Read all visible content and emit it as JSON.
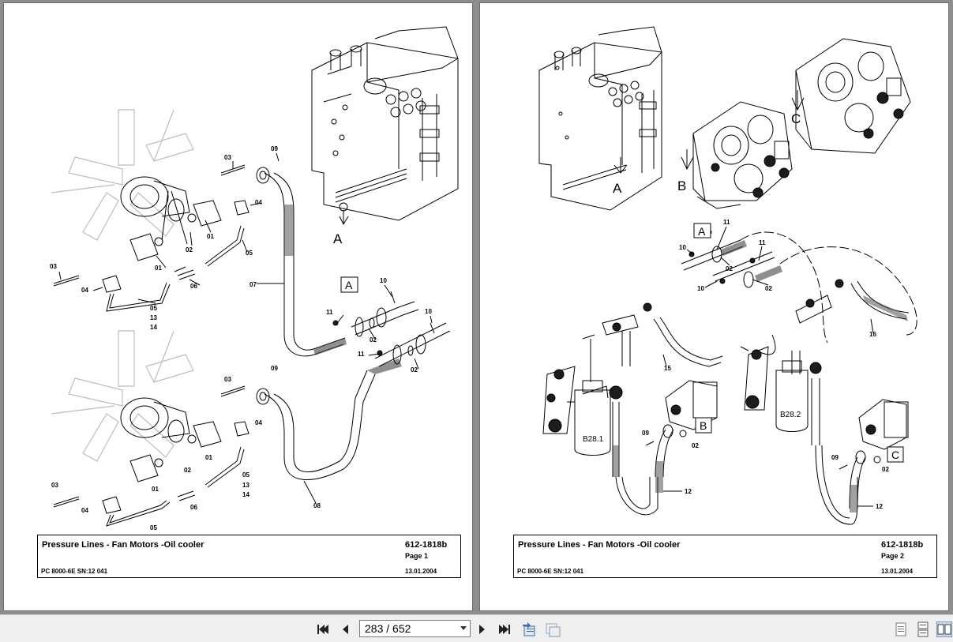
{
  "pages": [
    {
      "title": "Pressure Lines - Fan Motors -Oil cooler",
      "doc_number": "612-1818b",
      "page_label": "Page 1",
      "model": "PC 8000-6E SN:12 041",
      "date": "13.01.2004",
      "callouts": {
        "c03a": "03",
        "c09a": "09",
        "c04a": "04",
        "c01a": "01",
        "c02a": "02",
        "c05a": "05",
        "c01b": "01",
        "c03b": "03",
        "c06a": "06",
        "c04b": "04",
        "c05b": "05",
        "c13a": "13",
        "c14a": "14",
        "c07": "07",
        "c10a": "10",
        "c11a": "11",
        "c02b": "02",
        "c10b": "10",
        "c11b": "11",
        "c02c": "02",
        "c09b": "09",
        "c03c": "03",
        "c04c": "04",
        "c01c": "01",
        "c02d": "02",
        "c05c": "05",
        "c13b": "13",
        "c14b": "14",
        "c01d": "01",
        "c03d": "03",
        "c06b": "06",
        "c04d": "04",
        "c05d": "05",
        "c08": "08"
      },
      "view_labels": {
        "a_arrow": "A",
        "a_box": "A"
      }
    },
    {
      "title": "Pressure Lines - Fan Motors -Oil cooler",
      "doc_number": "612-1818b",
      "page_label": "Page 2",
      "model": "PC 8000-6E SN:12 041",
      "date": "13.01.2004",
      "callouts": {
        "c11a": "11",
        "c10a": "10",
        "c02a": "02",
        "c11b": "11",
        "c10b": "10",
        "c02b": "02",
        "c15": "15",
        "c16": "16",
        "c09a": "09",
        "c02c": "02",
        "c12a": "12",
        "c09b": "09",
        "c02d": "02",
        "c12b": "12"
      },
      "view_labels": {
        "a_arrow": "A",
        "b_arrow": "B",
        "c_arrow": "C",
        "a_box": "A",
        "b_box": "B",
        "c_box": "C"
      },
      "filters": {
        "f1": "B28.1",
        "f2": "B28.2"
      }
    }
  ],
  "toolbar": {
    "page_value": "283 / 652",
    "icons": [
      "first-page-icon",
      "prev-page-icon",
      "next-page-icon",
      "last-page-icon",
      "previous-view-icon",
      "next-view-icon",
      "single-page-view-icon",
      "continuous-view-icon",
      "facing-pages-view-icon"
    ]
  }
}
